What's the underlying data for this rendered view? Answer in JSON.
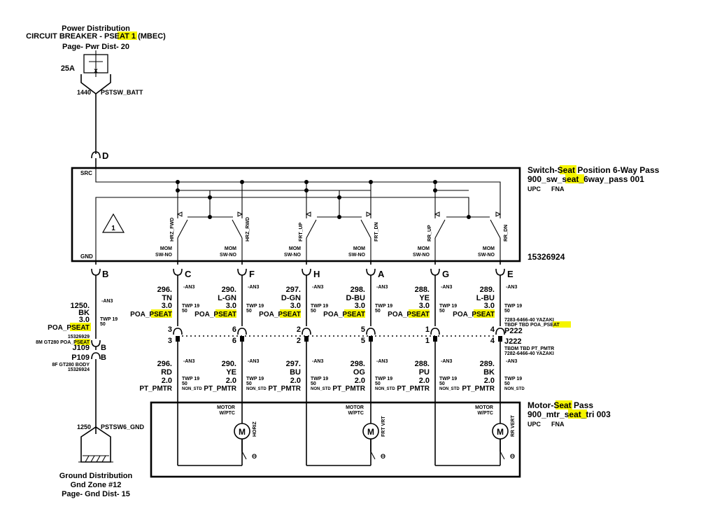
{
  "power": {
    "title": "Power Distribution",
    "breaker_pre": "CIRCUIT BREAKER - P",
    "breaker_hl": "SEAT",
    "breaker_post": " 1 (MBEC)",
    "page": "Page- Pwr Dist- 20",
    "amps": "25A",
    "circuit": "1440",
    "circuit_name": "PSTSW_BATT",
    "connector_pin": "D"
  },
  "switch": {
    "title_pre": "Switch-",
    "title_hl": "Seat",
    "title_post": " Position 6-Way Pass",
    "sub_pre": "900_sw_",
    "sub_hl": "seat",
    "sub_post": "_6way_pass  001",
    "upc": "UPC",
    "fna": "FNA",
    "part": "15326924",
    "src": "SRC",
    "gnd": "GND",
    "note_num": "1",
    "mom_label_1": "MOM",
    "mom_label_2": "SW-NO",
    "switch_labels": [
      "HRZ_FWD",
      "HRZ_RWD",
      "FRT_UP",
      "FRT_DN",
      "RR_UP",
      "RR_DN"
    ]
  },
  "ground_branch": {
    "pin_b": "B",
    "circuit": "1250.",
    "an3": "-AN3",
    "color": "BK",
    "gauge": "3.0",
    "twp": "TWP 19",
    "twp2": "50",
    "poa_pre": "POA_P",
    "poa_hl": "SEAT",
    "conn_part": "15326929",
    "conn_desc_pre": "8M GT280 POA_P",
    "conn_desc_hl": "SEAT",
    "j_ref": "J109",
    "j_pin": "B",
    "p_ref": "P109",
    "p_pin": "B",
    "p_desc": "8F GT280 BODY",
    "p_part": "15326924",
    "gnd_circuit": "1250",
    "gnd_name": "PSTSW6_GND"
  },
  "ground_dist": {
    "title": "Ground Distribution",
    "zone": "Gnd Zone #12",
    "page": "Page- Gnd Dist- 15"
  },
  "columns": [
    {
      "pin": "C",
      "circ_top": "296.",
      "an3": "-AN3",
      "color_top": "TN",
      "gauge": "3.0",
      "twp": "TWP 19",
      "twp2": "50",
      "poa_pre": "POA_P",
      "poa_hl": "SEAT",
      "p222_pin": "3",
      "j222_pin": "3",
      "circ_bot": "296.",
      "color_bot": "RD",
      "gauge_bot": "2.0",
      "ns": "NON_STD",
      "pt": "PT_PMTR"
    },
    {
      "pin": "F",
      "circ_top": "290.",
      "an3": "-AN3",
      "color_top": "L-GN",
      "gauge": "3.0",
      "twp": "TWP 19",
      "twp2": "50",
      "poa_pre": "POA_P",
      "poa_hl": "SEAT",
      "p222_pin": "6",
      "j222_pin": "6",
      "circ_bot": "290.",
      "color_bot": "YE",
      "gauge_bot": "2.0",
      "ns": "NON_STD",
      "pt": "PT_PMTR"
    },
    {
      "pin": "H",
      "circ_top": "297.",
      "an3": "-AN3",
      "color_top": "D-GN",
      "gauge": "3.0",
      "twp": "TWP 19",
      "twp2": "50",
      "poa_pre": "POA_P",
      "poa_hl": "SEAT",
      "p222_pin": "2",
      "j222_pin": "2",
      "circ_bot": "297.",
      "color_bot": "BU",
      "gauge_bot": "2.0",
      "ns": "NON_STD",
      "pt": "PT_PMTR"
    },
    {
      "pin": "A",
      "circ_top": "298.",
      "an3": "-AN3",
      "color_top": "D-BU",
      "gauge": "3.0",
      "twp": "TWP 19",
      "twp2": "50",
      "poa_pre": "POA_P",
      "poa_hl": "SEAT",
      "p222_pin": "5",
      "j222_pin": "5",
      "circ_bot": "298.",
      "color_bot": "OG",
      "gauge_bot": "2.0",
      "ns": "NON_STD",
      "pt": "PT_PMTR"
    },
    {
      "pin": "G",
      "circ_top": "288.",
      "an3": "-AN3",
      "color_top": "YE",
      "gauge": "3.0",
      "twp": "TWP 19",
      "twp2": "50",
      "poa_pre": "POA_P",
      "poa_hl": "SEAT",
      "p222_pin": "1",
      "j222_pin": "1",
      "circ_bot": "288.",
      "color_bot": "PU",
      "gauge_bot": "2.0",
      "ns": "NON_STD",
      "pt": "PT_PMTR"
    },
    {
      "pin": "E",
      "circ_top": "289.",
      "an3": "-AN3",
      "color_top": "L-BU",
      "gauge": "3.0",
      "twp": "TWP 19",
      "twp2": "50",
      "poa_pre": "POA_P",
      "poa_hl": "SEAT",
      "p222_pin": "4",
      "j222_pin": "4",
      "circ_bot": "289.",
      "color_bot": "BK",
      "gauge_bot": "2.0",
      "ns": "NON_STD",
      "pt": "PT_PMTR"
    }
  ],
  "p222": {
    "line1": "7283-6466-40  YAZAKI",
    "line2_pre": "TBDF TBD POA_P",
    "line2_hl": "SEAT",
    "ref": "P222"
  },
  "j222": {
    "ref": "J222",
    "line1": "TBDM TBD PT_PMTR",
    "line2": "7282-6466-40  YAZAKI"
  },
  "motor": {
    "title_pre": "Motor-",
    "title_hl": "Seat",
    "title_post": " Pass",
    "sub_pre": "900_mtr_",
    "sub_hl": "seat",
    "sub_post": "_tri  003",
    "upc": "UPC",
    "fna": "FNA",
    "label1": "MOTOR",
    "label2": "W/PTC",
    "m": "M",
    "theta": "Θ",
    "motors": [
      "HORIZ",
      "FRT VRT",
      "RR VERT"
    ]
  }
}
